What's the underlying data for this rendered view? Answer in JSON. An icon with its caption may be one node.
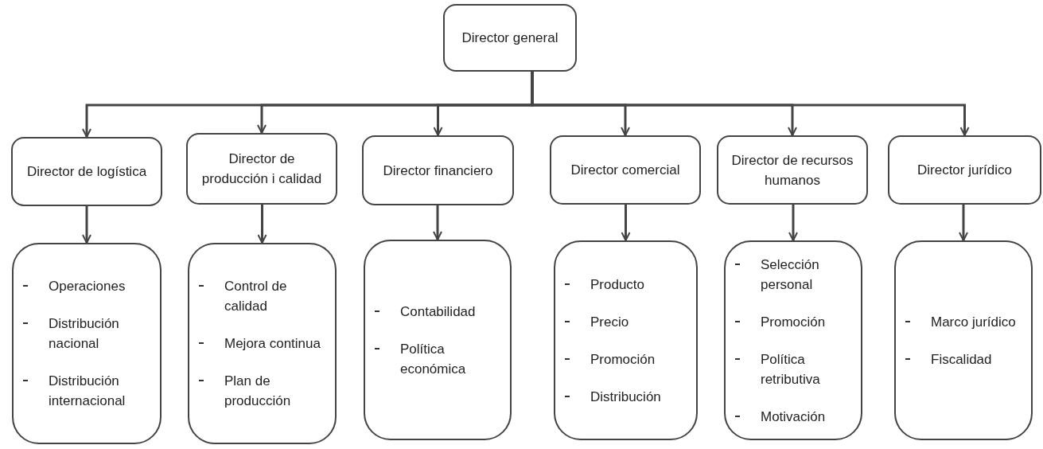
{
  "diagram": {
    "nodes": [
      {
        "text": [
          "Director general"
        ]
      },
      {
        "text": [
          "Director de logística"
        ]
      },
      {
        "text": [
          "Director de producción i calidad"
        ]
      },
      {
        "text": [
          "Director financiero"
        ]
      },
      {
        "text": [
          "Director comercial"
        ]
      },
      {
        "text": [
          "Director de recursos humanos"
        ]
      },
      {
        "text": [
          "Director jurídico"
        ]
      },
      {
        "text": [
          "Operaciones",
          "Distribución nacional",
          "Distribución internacional"
        ]
      },
      {
        "text": [
          "Control de calidad",
          "Mejora continua",
          "Plan de producción"
        ]
      },
      {
        "text": [
          "Contabilidad",
          "Política económica"
        ]
      },
      {
        "text": [
          "Producto",
          "Precio",
          "Promoción",
          "Distribución"
        ]
      },
      {
        "text": [
          "Selección personal",
          "Promoción",
          "Política retributiva",
          "Motivación"
        ]
      },
      {
        "text": [
          "Marco jurídico",
          "Fiscalidad"
        ]
      }
    ],
    "edges": [
      {
        "from": 0,
        "to": 1,
        "arrow": "to"
      },
      {
        "from": 0,
        "to": 2,
        "arrow": "to"
      },
      {
        "from": 0,
        "to": 3,
        "arrow": "to"
      },
      {
        "from": 0,
        "to": 4,
        "arrow": "to"
      },
      {
        "from": 0,
        "to": 5,
        "arrow": "to"
      },
      {
        "from": 0,
        "to": 6,
        "arrow": "to"
      },
      {
        "from": 1,
        "to": 7,
        "arrow": "to"
      },
      {
        "from": 2,
        "to": 8,
        "arrow": "to"
      },
      {
        "from": 3,
        "to": 9,
        "arrow": "to"
      },
      {
        "from": 4,
        "to": 10,
        "arrow": "to"
      },
      {
        "from": 5,
        "to": 11,
        "arrow": "to"
      },
      {
        "from": 6,
        "to": 12,
        "arrow": "to"
      }
    ]
  }
}
